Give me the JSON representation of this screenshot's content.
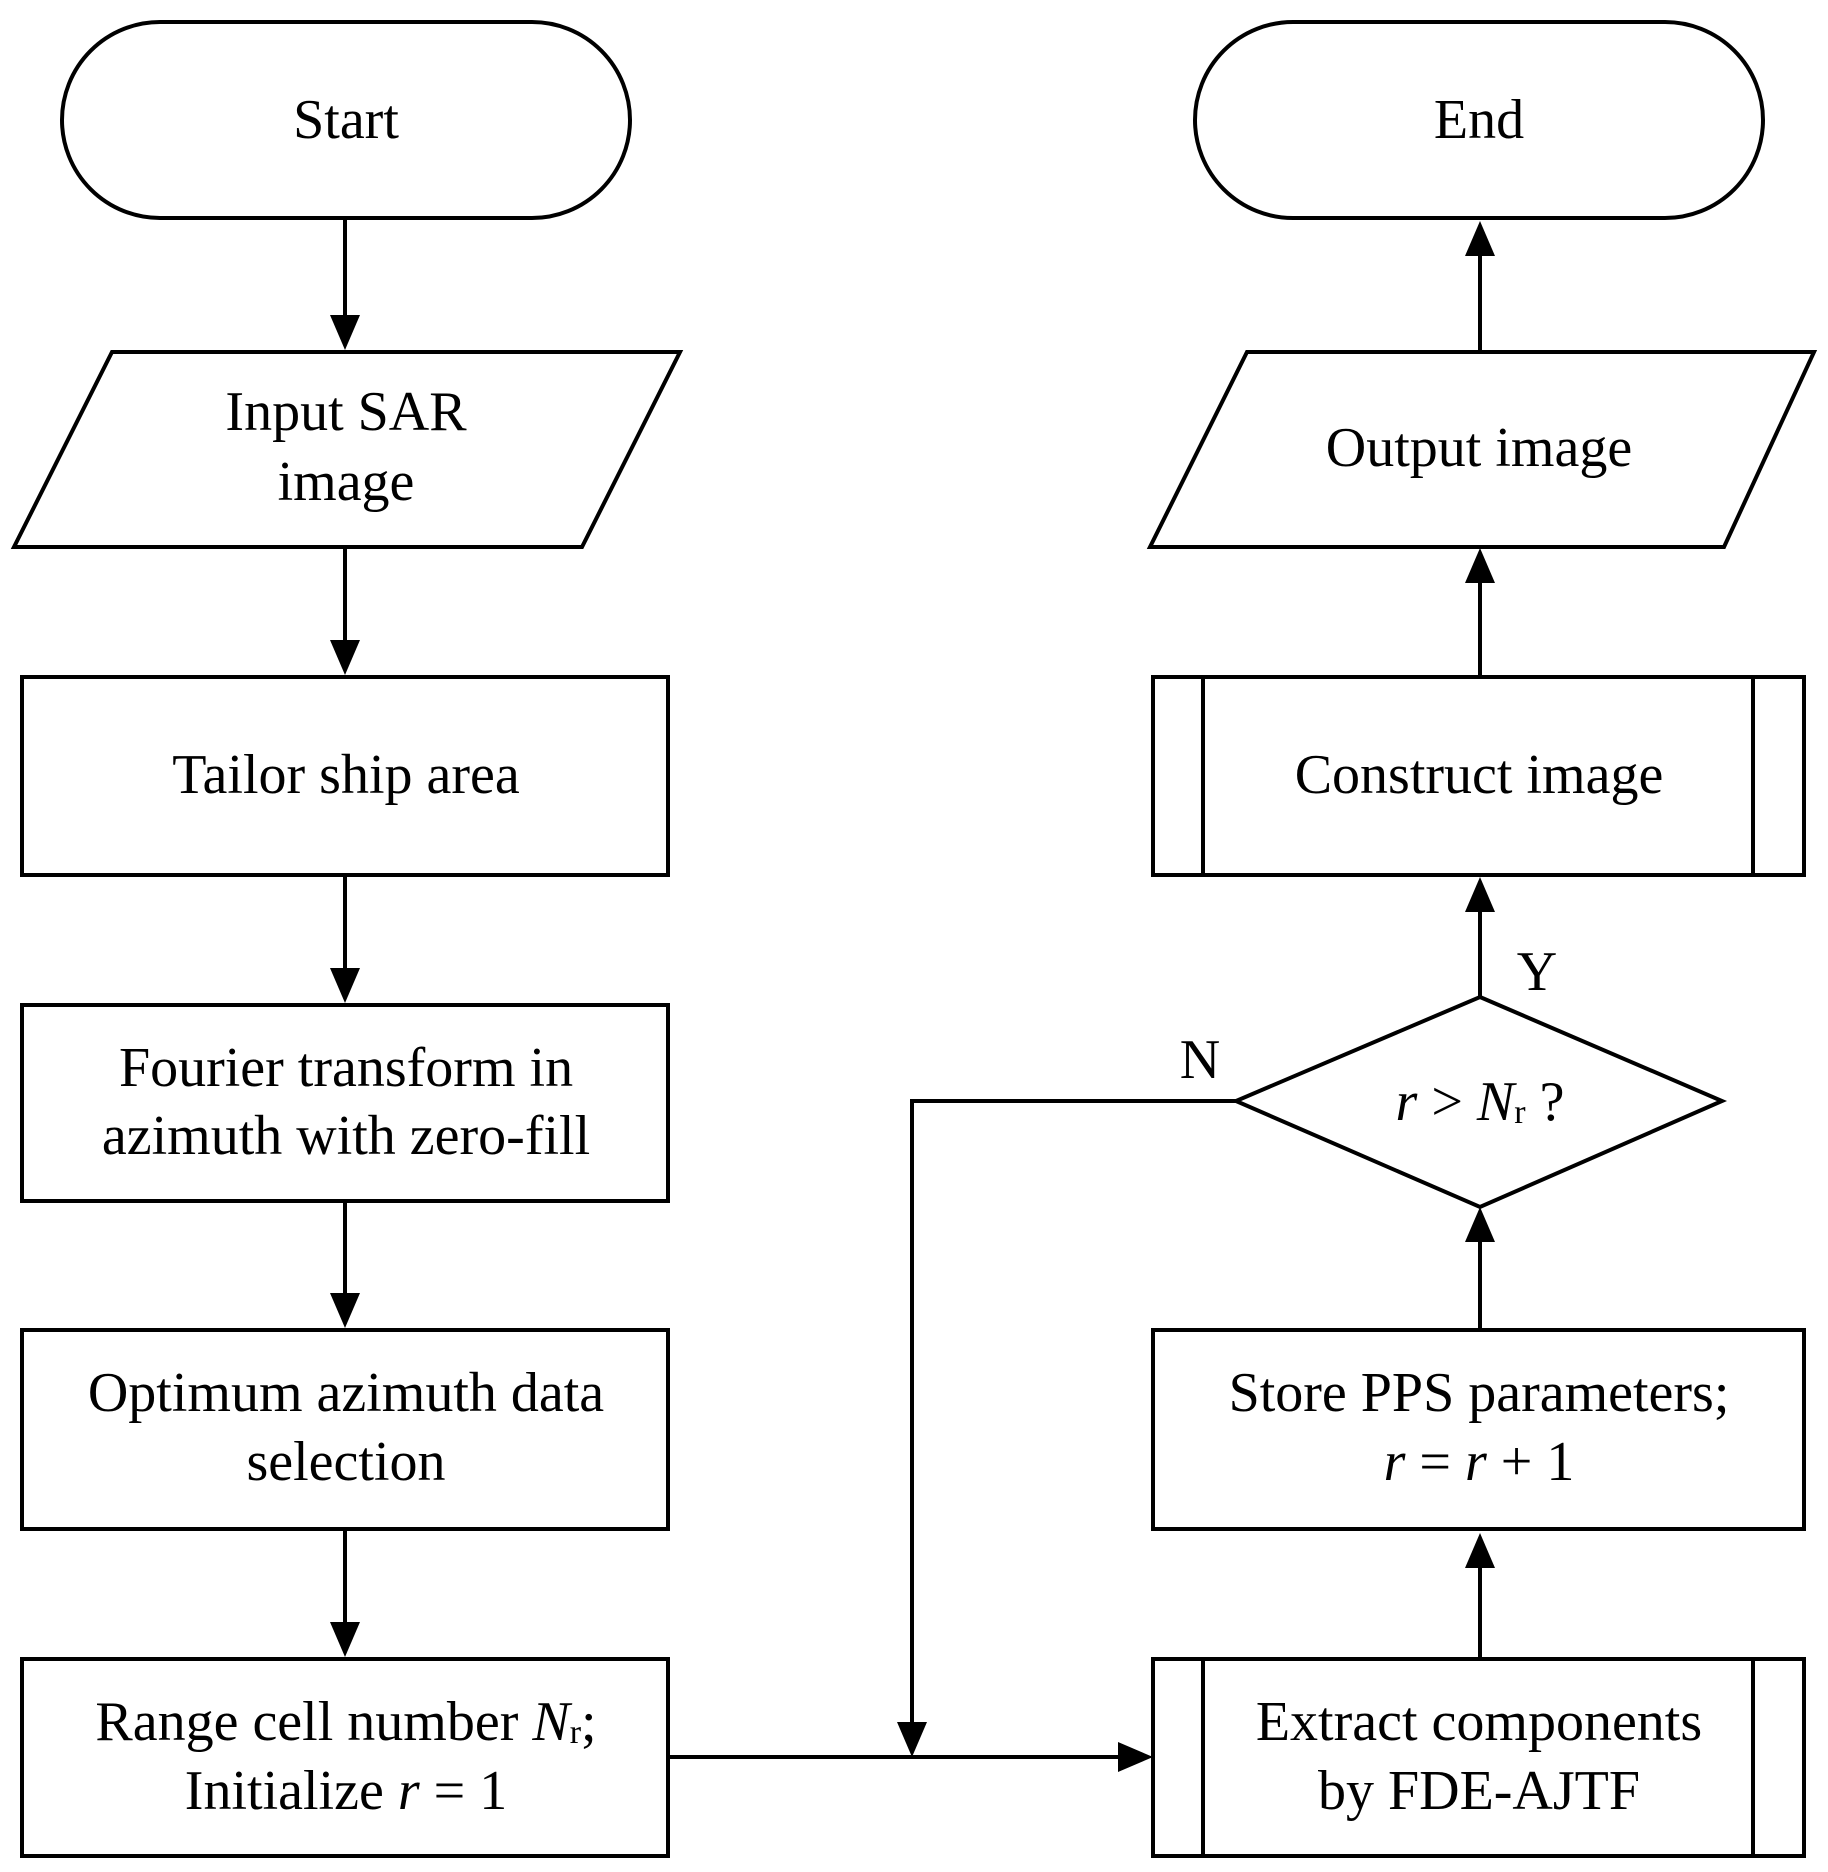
{
  "nodes": {
    "start": {
      "label": "Start"
    },
    "input": {
      "line1": "Input SAR",
      "line2": "image"
    },
    "tailor": {
      "label": "Tailor ship area"
    },
    "fourier": {
      "line1": "Fourier transform in",
      "line2": "azimuth with zero-fill"
    },
    "optimum": {
      "line1": "Optimum azimuth data",
      "line2": "selection"
    },
    "range": {
      "line1_text": "Range cell number ",
      "line1_var": "N",
      "line1_sub": "r",
      "line1_end": ";",
      "line2_text": "Initialize ",
      "line2_var": "r",
      "line2_end": " = 1"
    },
    "extract": {
      "line1": "Extract components",
      "line2": "by FDE-AJTF"
    },
    "store": {
      "line1": "Store PPS parameters;",
      "line2_var1": "r",
      "line2_mid": " = ",
      "line2_var2": "r",
      "line2_end": " + 1"
    },
    "decision": {
      "var_r": "r",
      "op": " > ",
      "var_n": "N",
      "sub": "r",
      "end": " ?"
    },
    "construct": {
      "label": "Construct image"
    },
    "output": {
      "label": "Output image"
    },
    "end": {
      "label": "End"
    }
  },
  "edge_labels": {
    "yes": "Y",
    "no": "N"
  }
}
